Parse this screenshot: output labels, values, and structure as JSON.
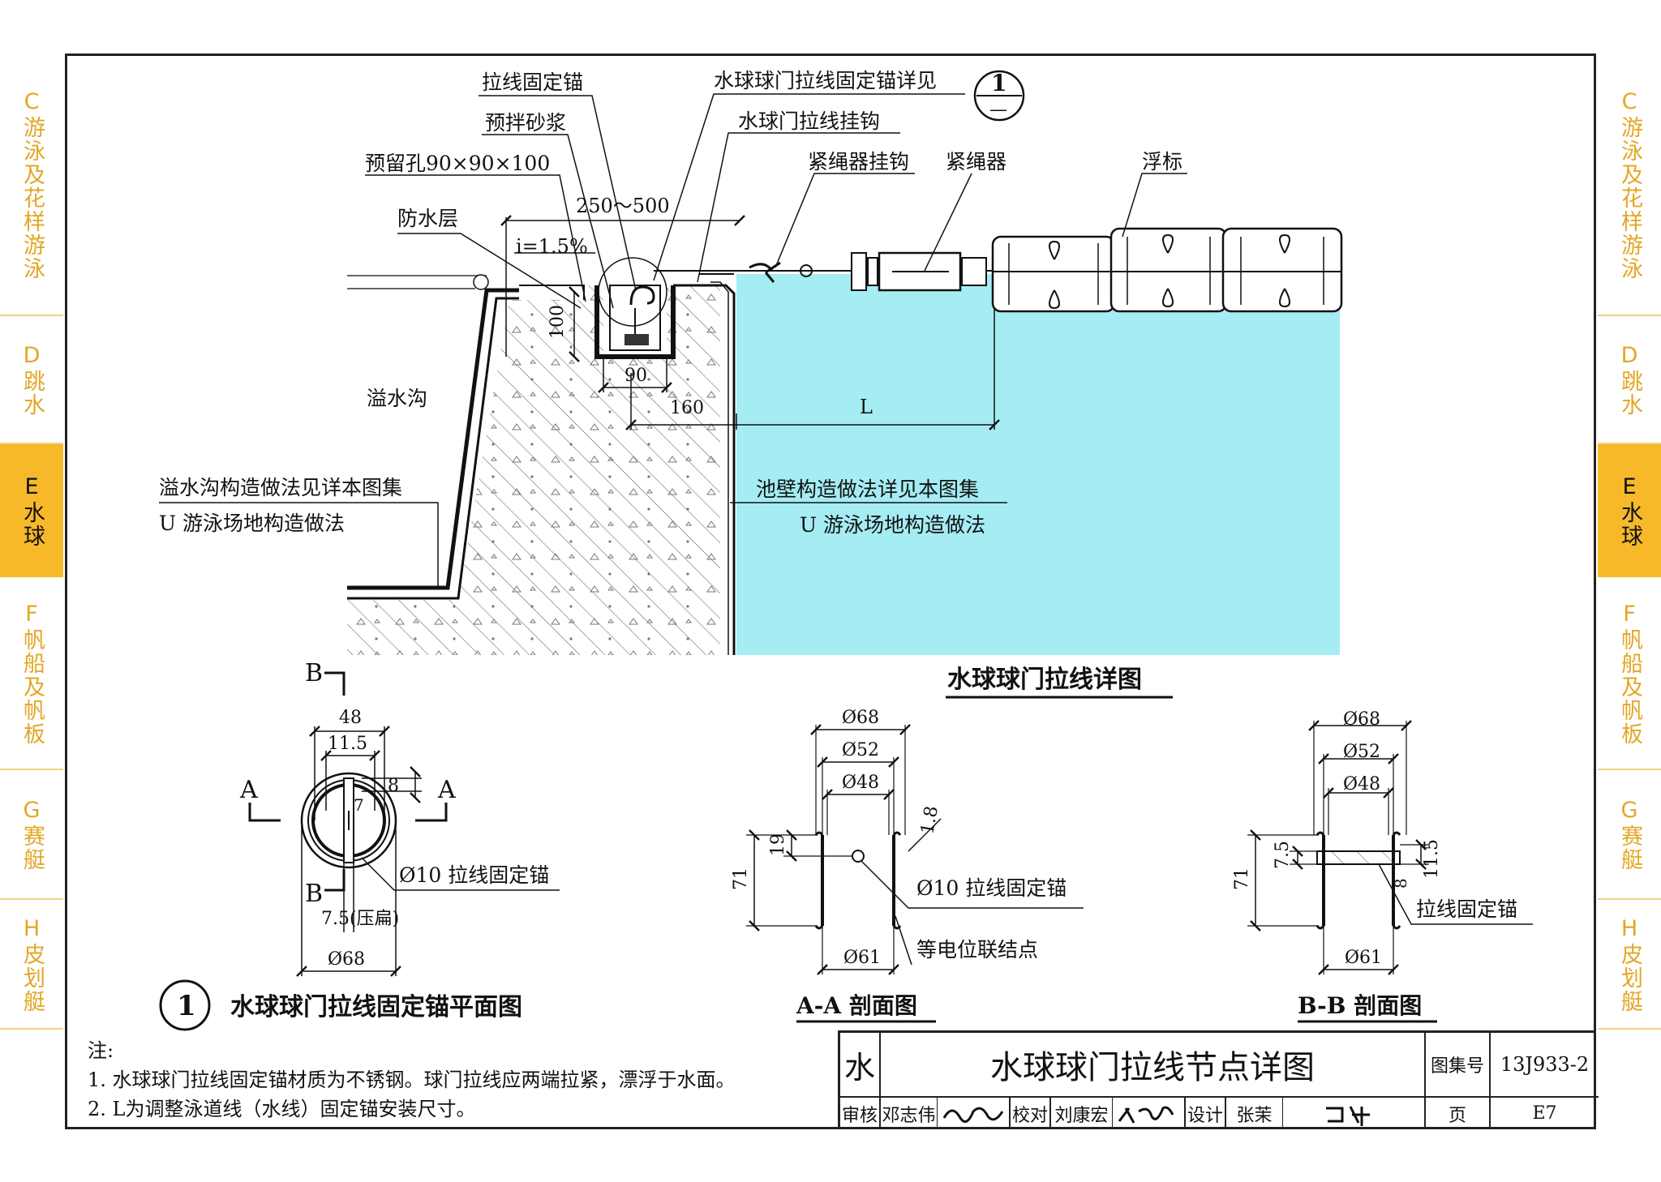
{
  "side_tabs": [
    {
      "letter": "C",
      "label": "游泳及花样游泳"
    },
    {
      "letter": "D",
      "label": "跳水"
    },
    {
      "letter": "E",
      "label": "水球",
      "active": true
    },
    {
      "letter": "F",
      "label": "帆船及帆板"
    },
    {
      "letter": "G",
      "label": "赛艇"
    },
    {
      "letter": "H",
      "label": "皮划艇"
    }
  ],
  "main_detail": {
    "callouts": {
      "anchor": "拉线固定锚",
      "mortar": "预拌砂浆",
      "hole": "预留孔90×90×100",
      "waterproof": "防水层",
      "see_detail": "水球球门拉线固定锚详见",
      "hook": "水球门拉线挂钩",
      "tensioner_hook": "紧绳器挂钩",
      "tensioner": "紧绳器",
      "float": "浮标",
      "gutter": "溢水沟",
      "gutter_ref_1": "溢水沟构造做法见详本图集",
      "gutter_ref_2": "U 游泳场地构造做法",
      "wall_ref_1": "池壁构造做法详见本图集",
      "wall_ref_2": "U 游泳场地构造做法"
    },
    "detail_mark": {
      "number": "1",
      "sheet": "—"
    },
    "dims": {
      "span": "250～500",
      "slope": "i=1.5%",
      "depth": "100",
      "width": "90",
      "offset": "160",
      "length": "L"
    },
    "title": "水球球门拉线详图"
  },
  "plan_view": {
    "section_b": "B",
    "section_a": "A",
    "dims": {
      "outer": "48",
      "inner": "11.5",
      "small": "8",
      "inner_gap": "7",
      "flat": "7.5(压扁)",
      "diameter": "Ø68"
    },
    "label_anchor": "Ø10 拉线固定锚",
    "title_number": "1",
    "title": "水球球门拉线固定锚平面图"
  },
  "section_aa": {
    "dims": {
      "d68": "Ø68",
      "d52": "Ø52",
      "d48": "Ø48",
      "d61": "Ø61",
      "h71": "71",
      "h19": "19",
      "t": "1.8"
    },
    "label_anchor": "Ø10 拉线固定锚",
    "label_bond": "等电位联结点",
    "title": "A-A 剖面图"
  },
  "section_bb": {
    "dims": {
      "d68": "Ø68",
      "d52": "Ø52",
      "d48": "Ø48",
      "d61": "Ø61",
      "h71": "71",
      "h75": "7.5",
      "h115": "11.5",
      "h8": "8"
    },
    "label_anchor": "拉线固定锚",
    "title": "B-B 剖面图"
  },
  "notes": {
    "heading": "注:",
    "items": [
      "1.  水球球门拉线固定锚材质为不锈钢。球门拉线应两端拉紧，漂浮于水面。",
      "2.  L为调整泳道线（水线）固定锚安装尺寸。"
    ]
  },
  "title_block": {
    "category": "水",
    "drawing_title": "水球球门拉线节点详图",
    "atlas_label": "图集号",
    "atlas_no": "13J933-2",
    "review_label": "审核",
    "reviewer": "邓志伟",
    "check_label": "校对",
    "checker": "刘康宏",
    "design_label": "设计",
    "designer": "张茉",
    "page_label": "页",
    "page_no": "E7"
  },
  "colors": {
    "water": "#a5ecf3",
    "tab_accent": "#f7b92a",
    "tab_text": "#e3a726"
  }
}
